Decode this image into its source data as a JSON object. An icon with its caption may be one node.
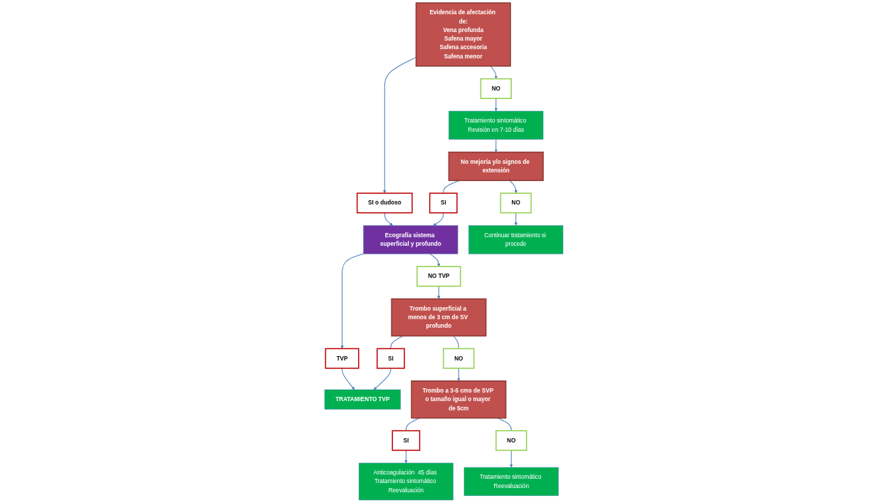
{
  "diagram": {
    "nodes": [
      {
        "text": [
          "Evidencia de afectación de:",
          "Vena profunda",
          "Safena mayor",
          "Safena accesoria",
          "Safena menor"
        ]
      },
      {
        "text": [
          "SI o dudoso"
        ]
      },
      {
        "text": [
          "NO"
        ]
      },
      {
        "text": [
          "Tratamiento sintomático Revisión en 7-10 días"
        ]
      },
      {
        "text": [
          "Ecografía sistema superficial y profundo"
        ]
      },
      {
        "text": [
          "SI"
        ]
      },
      {
        "text": [
          "No mejoría y/o signos de extensión"
        ]
      },
      {
        "text": [
          "TVP"
        ]
      },
      {
        "text": [
          "NO TVP"
        ]
      },
      {
        "text": [
          "NO"
        ]
      },
      {
        "text": [
          "TRATAMIENTO TVP"
        ]
      },
      {
        "text": [
          "SI"
        ]
      },
      {
        "text": [
          "Trombo superficial a menos de 3 cm de SV profundo"
        ]
      },
      {
        "text": [
          "Continuar tratamiento si procede"
        ]
      },
      {
        "text": [
          "NO"
        ]
      },
      {
        "text": [
          "Anticoagulación  45 días Tratamiento sintomático Reevaluación"
        ]
      },
      {
        "text": [
          "SI"
        ]
      },
      {
        "text": [
          "Trombo a 3-5 cms de SVP o tamaño igual o mayor de 5cm"
        ]
      },
      {
        "text": [
          "NO"
        ]
      },
      {
        "text": [
          "Tratamiento sintomático Reevaluación"
        ]
      }
    ],
    "edges": [
      {
        "from": 0,
        "to": 1,
        "arrow": "to"
      },
      {
        "from": 0,
        "to": 2,
        "arrow": "to"
      },
      {
        "from": 1,
        "to": 4,
        "arrow": "to"
      },
      {
        "from": 2,
        "to": 3,
        "arrow": "to"
      },
      {
        "from": 3,
        "to": 6,
        "arrow": "to"
      },
      {
        "from": 6,
        "to": 5,
        "arrow": "none"
      },
      {
        "from": 5,
        "to": 4,
        "arrow": "to"
      },
      {
        "from": 6,
        "to": 9,
        "arrow": "to"
      },
      {
        "from": 9,
        "to": 13,
        "arrow": "to"
      },
      {
        "from": 4,
        "to": 7,
        "arrow": "to"
      },
      {
        "from": 4,
        "to": 8,
        "arrow": "to"
      },
      {
        "from": 7,
        "to": 10,
        "arrow": "to"
      },
      {
        "from": 8,
        "to": 12,
        "arrow": "to"
      },
      {
        "from": 12,
        "to": 11,
        "arrow": "none"
      },
      {
        "from": 11,
        "to": 10,
        "arrow": "to"
      },
      {
        "from": 12,
        "to": 14,
        "arrow": "none"
      },
      {
        "from": 14,
        "to": 17,
        "arrow": "to"
      },
      {
        "from": 17,
        "to": 16,
        "arrow": "none"
      },
      {
        "from": 16,
        "to": 15,
        "arrow": "to"
      },
      {
        "from": 17,
        "to": 18,
        "arrow": "none"
      },
      {
        "from": 18,
        "to": 19,
        "arrow": "to"
      }
    ]
  }
}
